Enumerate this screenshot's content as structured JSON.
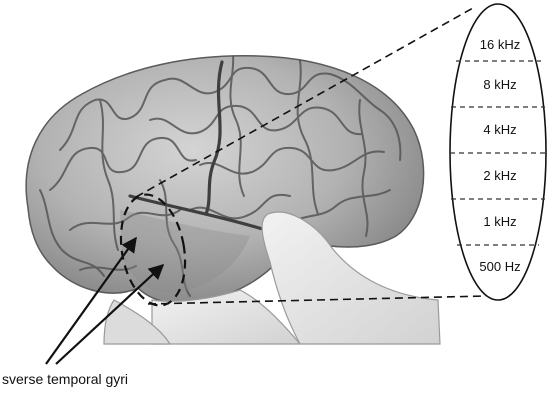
{
  "figure": {
    "caption": "sverse temporal gyri",
    "tonotopic_map": {
      "frequencies": [
        "16 kHz",
        "8 kHz",
        "4 kHz",
        "2 kHz",
        "1 kHz",
        "500 Hz"
      ]
    }
  },
  "colors": {
    "brain_base": "#b2b2b2",
    "brain_dark": "#6a6a6a",
    "sulcus": "#4a4a4a",
    "hand": "#e6e6e6",
    "outline": "#111111",
    "background": "#ffffff"
  }
}
